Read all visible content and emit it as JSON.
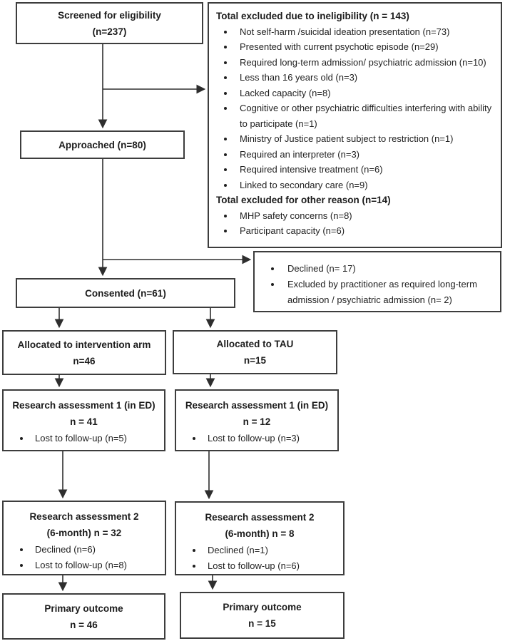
{
  "diagram_type": "participant-flow-consort",
  "colors": {
    "border": "#3d3d3d",
    "text": "#1f1f1f",
    "background": "#ffffff",
    "arrow": "#2e2e2e"
  },
  "flow": {
    "screened": {
      "line1": "Screened for eligibility",
      "line2": "(n=237)"
    },
    "excluded": {
      "title1": "Total excluded due to ineligibility (n = 143)",
      "bullets1": [
        "Not self-harm /suicidal ideation presentation (n=73)",
        "Presented with current psychotic episode (n=29)",
        "Required long-term admission/ psychiatric admission (n=10)",
        "Less than 16 years old (n=3)",
        "Lacked capacity (n=8)",
        "Cognitive or other psychiatric difficulties interfering with ability to participate (n=1)",
        "Ministry of Justice patient subject to restriction (n=1)",
        "Required an interpreter (n=3)",
        "Required intensive treatment (n=6)",
        "Linked to secondary care (n=9)"
      ],
      "title2": "Total excluded for other reason (n=14)",
      "bullets2": [
        "MHP safety concerns (n=8)",
        "Participant capacity (n=6)"
      ]
    },
    "approached": {
      "line1": "Approached (n=80)"
    },
    "declined": {
      "bullets": [
        "Declined (n= 17)",
        "Excluded by practitioner as required long-term admission / psychiatric admission (n= 2)"
      ]
    },
    "consented": {
      "line1": "Consented (n=61)"
    },
    "alloc_intervention": {
      "line1": "Allocated to intervention arm",
      "line2": "n=46"
    },
    "alloc_tau": {
      "line1": "Allocated to TAU",
      "line2": "n=15"
    },
    "ra1_intervention": {
      "line1": "Research assessment 1 (in ED)",
      "line2": "n = 41",
      "bullets": [
        "Lost to follow-up (n=5)"
      ]
    },
    "ra1_tau": {
      "line1": "Research assessment 1 (in ED)",
      "line2": "n = 12",
      "bullets": [
        "Lost to follow-up (n=3)"
      ]
    },
    "ra2_intervention": {
      "heading": "Research assessment 2 (6-month) n = 32",
      "bullets": [
        "Declined (n=6)",
        "Lost to follow-up (n=8)"
      ]
    },
    "ra2_tau": {
      "heading": "Research assessment 2 (6-month) n = 8",
      "bullets": [
        "Declined (n=1)",
        "Lost to follow-up (n=6)"
      ]
    },
    "po_intervention": {
      "line1": "Primary outcome",
      "line2": "n = 46"
    },
    "po_tau": {
      "line1": "Primary outcome",
      "line2": "n = 15"
    }
  }
}
